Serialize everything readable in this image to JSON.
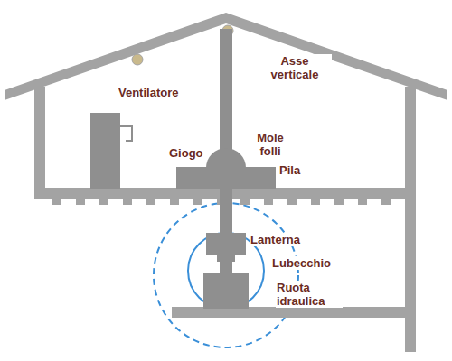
{
  "diagram": {
    "labels": [
      "Asse verticale",
      "Ventilatore",
      "Mole folli",
      "Giogo",
      "Pila",
      "Lanterna",
      "Lubecchio",
      "Ruota idraulica"
    ]
  }
}
